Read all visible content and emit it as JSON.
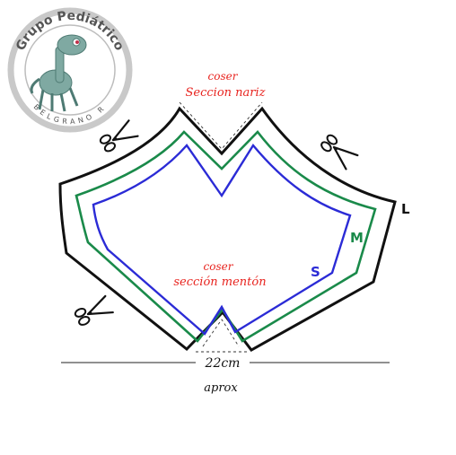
{
  "logo": {
    "top_text": "Grupo Pediátrico",
    "bottom_text": "BELGRANO R",
    "ring_color": "#c9c9c9",
    "mascot_color": "#7fa9a2"
  },
  "labels": {
    "nose_line1": "coser",
    "nose_line2": "Seccion nariz",
    "chin_line1": "coser",
    "chin_line2": "sección mentón",
    "annotation_color": "#e8241f"
  },
  "sizes": {
    "large": "L",
    "medium": "M",
    "small": "S",
    "large_color": "#111111",
    "medium_color": "#1a8a4a",
    "small_color": "#2b2bd6"
  },
  "measurement": {
    "value": "22cm",
    "note": "aprox"
  },
  "icons": [
    "scissors-icon"
  ]
}
